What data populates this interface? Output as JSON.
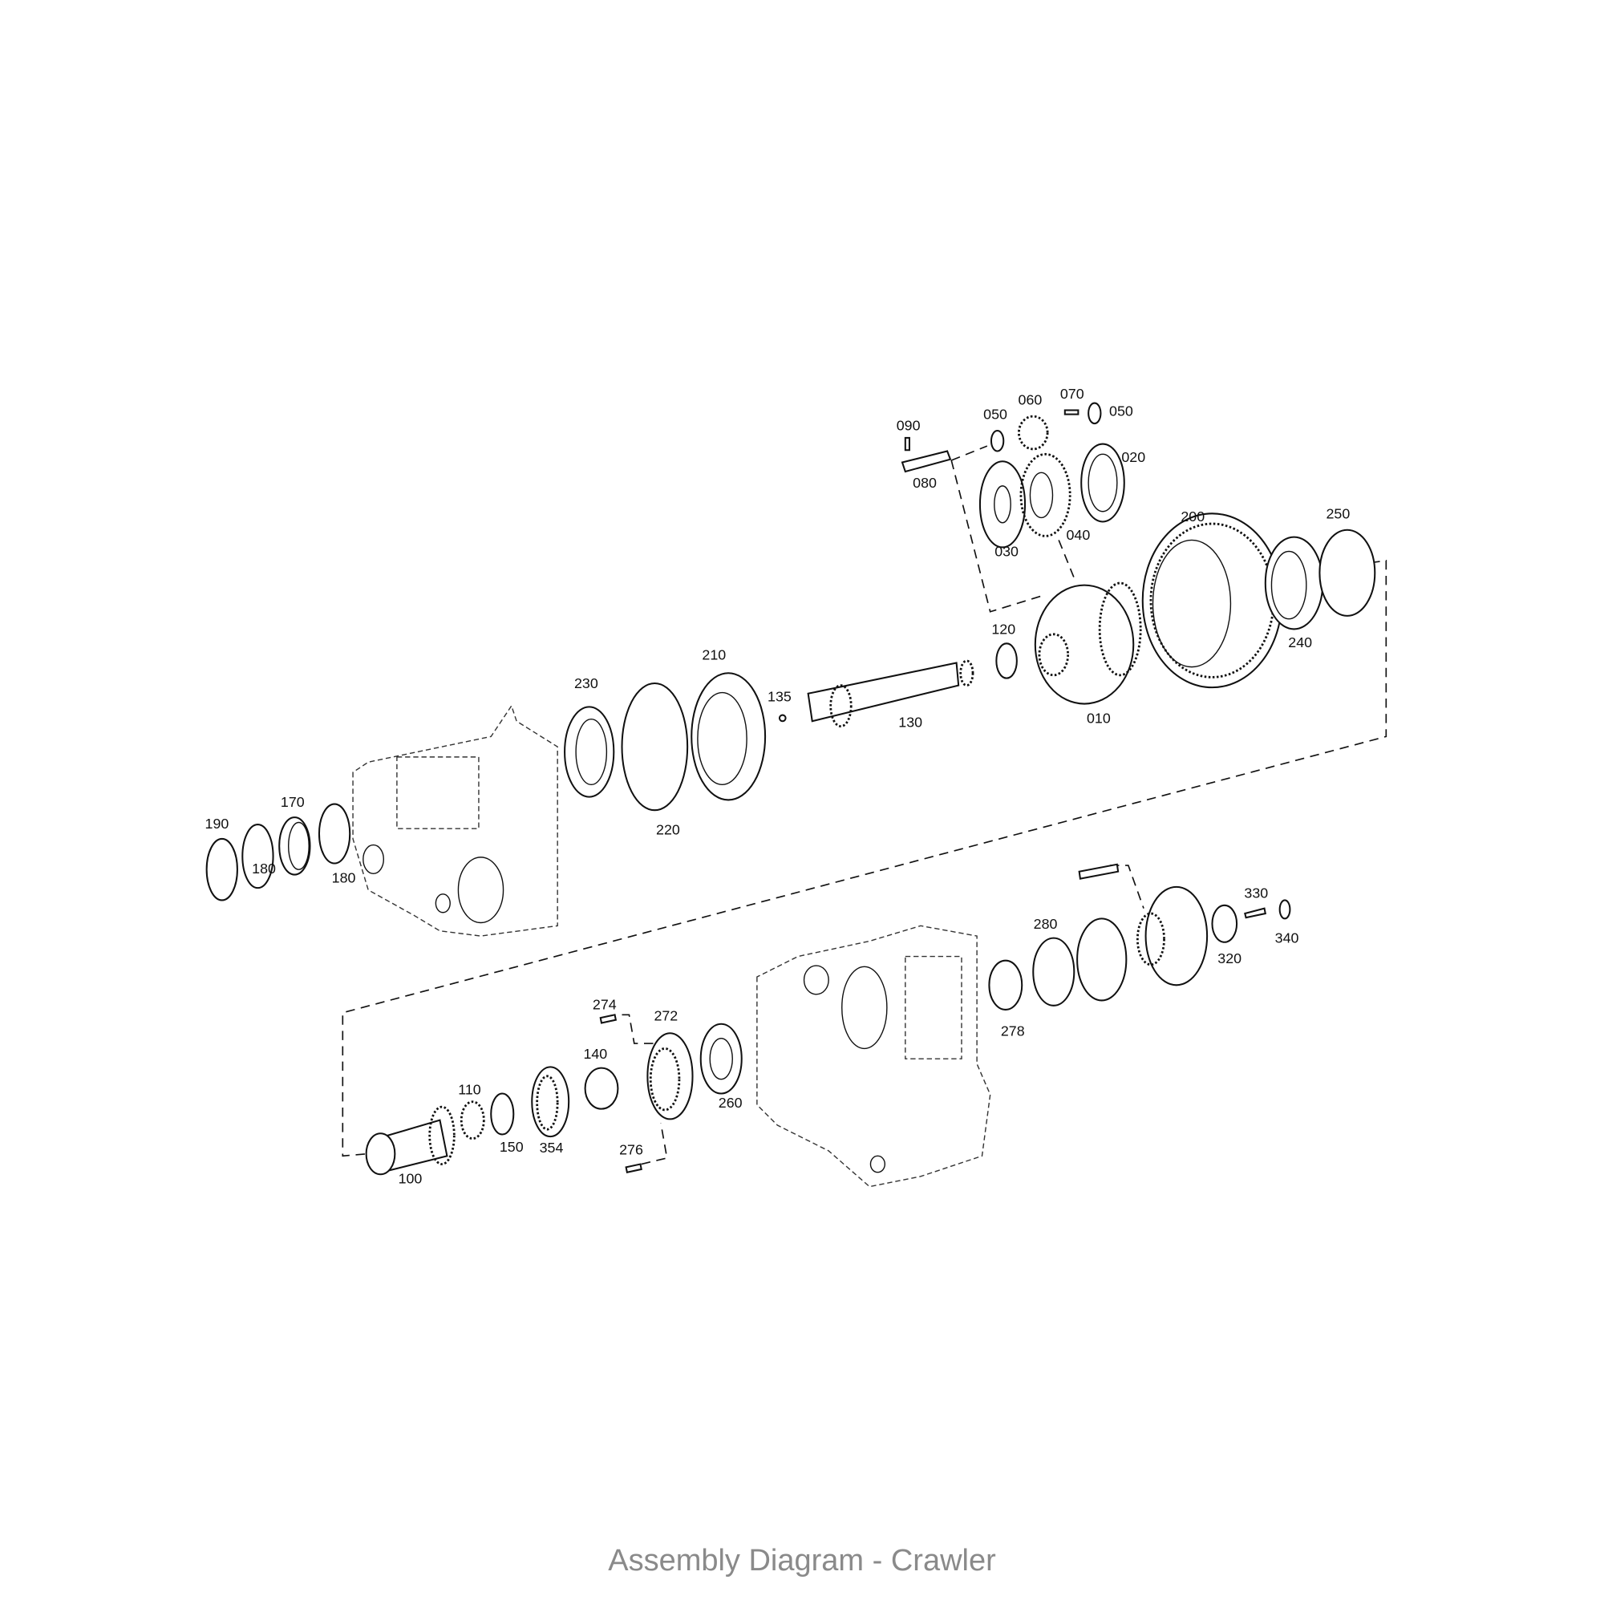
{
  "caption": "Assembly Diagram - Crawler",
  "part_labels": [
    "090",
    "050",
    "060",
    "070",
    "050",
    "080",
    "020",
    "030",
    "040",
    "200",
    "250",
    "120",
    "240",
    "010",
    "135",
    "130",
    "210",
    "230",
    "220",
    "170",
    "190",
    "180",
    "180",
    "330",
    "340",
    "320",
    "280",
    "278",
    "274",
    "272",
    "140",
    "110",
    "150",
    "354",
    "260",
    "276",
    "100"
  ]
}
